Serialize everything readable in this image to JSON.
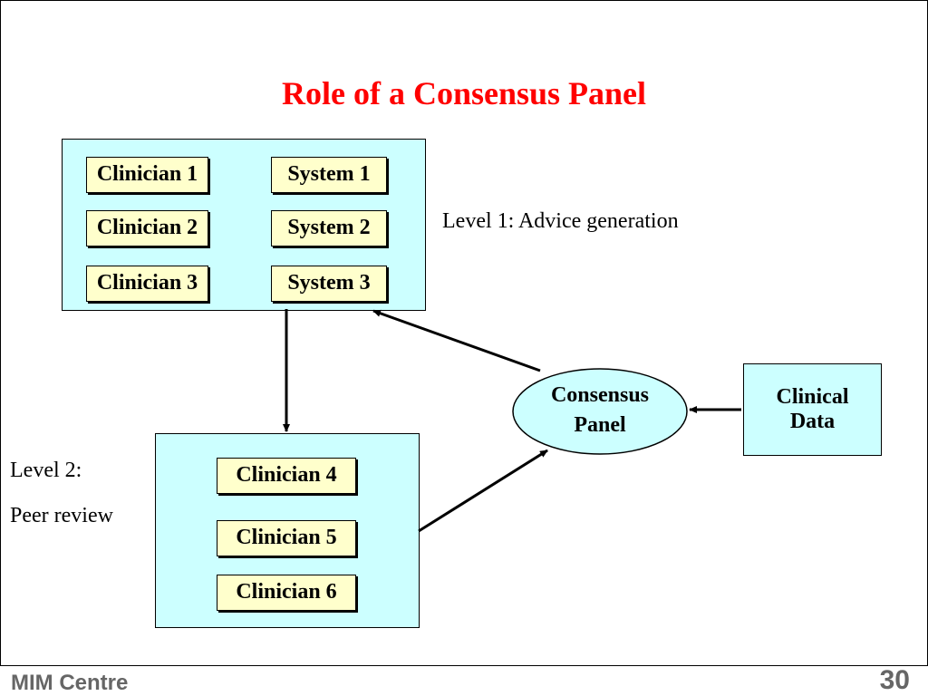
{
  "slide": {
    "title": "Role of a Consensus Panel",
    "footer_text": "MIM Centre",
    "page_number": "30"
  },
  "level1": {
    "label": "Level 1: Advice generation",
    "clinicians": [
      "Clinician 1",
      "Clinician 2",
      "Clinician 3"
    ],
    "systems": [
      "System 1",
      "System 2",
      "System 3"
    ]
  },
  "level2": {
    "label_line1": "Level 2:",
    "label_line2": "Peer review",
    "clinicians": [
      "Clinician 4",
      "Clinician 5",
      "Clinician 6"
    ]
  },
  "consensus_panel": {
    "line1": "Consensus",
    "line2": "Panel"
  },
  "clinical_data": {
    "line1": "Clinical",
    "line2": "Data"
  },
  "colors": {
    "title": "#ff0000",
    "box_fill": "#ccffff",
    "item_fill": "#ffffcc",
    "footer": "#666666"
  }
}
